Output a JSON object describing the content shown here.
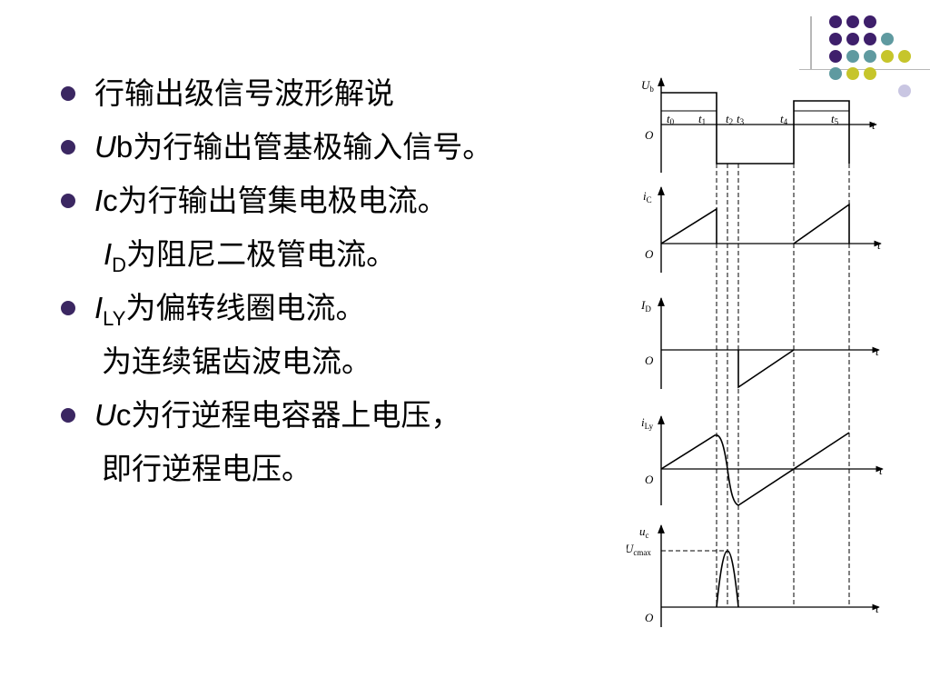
{
  "colors": {
    "bullet": "#3b2762",
    "purple": "#3e1f6b",
    "teal": "#5f9aa0",
    "olive": "#c6c52b",
    "lavender": "#c9c6e2"
  },
  "bullets": [
    {
      "text": "行输出级信号波形解说"
    },
    {
      "sym": "U",
      "sym_rest": "b",
      "text": "为行输出管基极输入信号。"
    },
    {
      "sym": "I",
      "sym_rest": "c",
      "text": "为行输出管集电极电流。"
    },
    {
      "sym": "I",
      "sub": "D",
      "text": "为阻尼二极管电流。",
      "indent": true
    },
    {
      "sym": "I",
      "sub": "LY",
      "text": "为偏转线圈电流。"
    },
    {
      "text": "为连续锯齿波电流。",
      "indent": true
    },
    {
      "sym": "U",
      "sym_rest": "c",
      "text": "为行逆程电容器上电压，"
    },
    {
      "text": "即行逆程电压。",
      "indent": true
    }
  ],
  "diagram": {
    "origin_label": "O",
    "axis_label": "t",
    "ub": {
      "sym": "U",
      "sub": "b"
    },
    "ic": {
      "sym": "i",
      "sub": "C"
    },
    "id": {
      "sym": "I",
      "sub": "D"
    },
    "ily": {
      "sym": "i",
      "sub": "Ly"
    },
    "uc": {
      "sym": "u",
      "sub": "c"
    },
    "ucmax": {
      "sym": "U",
      "sub": "cmax"
    },
    "times": [
      {
        "t": "t",
        "n": "0"
      },
      {
        "t": "t",
        "n": "1"
      },
      {
        "t": "t",
        "n": "2"
      },
      {
        "t": "t",
        "n": "3"
      },
      {
        "t": "t",
        "n": "4"
      },
      {
        "t": "t",
        "n": "5"
      }
    ]
  }
}
